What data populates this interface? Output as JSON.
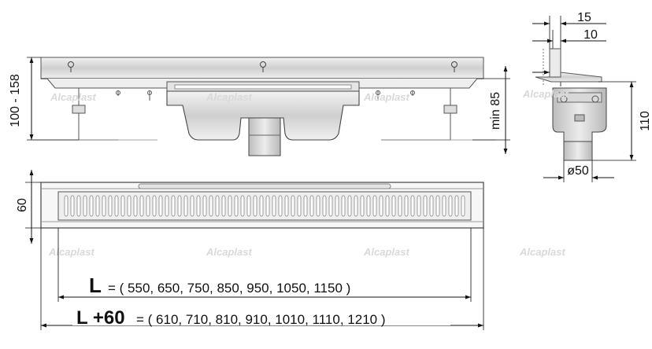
{
  "watermark": "Alcaplast",
  "side_view": {
    "dim_height_range": "100 - 158",
    "dim_min": "min 85"
  },
  "section_view": {
    "dim_top_15": "15",
    "dim_top_10": "10",
    "dim_height_110": "110",
    "dim_outlet": "ø50"
  },
  "top_view": {
    "dim_width": "60"
  },
  "lengths": {
    "L_symbol": "L",
    "L_values": "= ( 550, 650, 750, 850, 950, 1050, 1150 )",
    "L60_symbol": "L +60",
    "L60_values": "= ( 610, 710, 810, 910, 1010, 1110, 1210 )"
  }
}
